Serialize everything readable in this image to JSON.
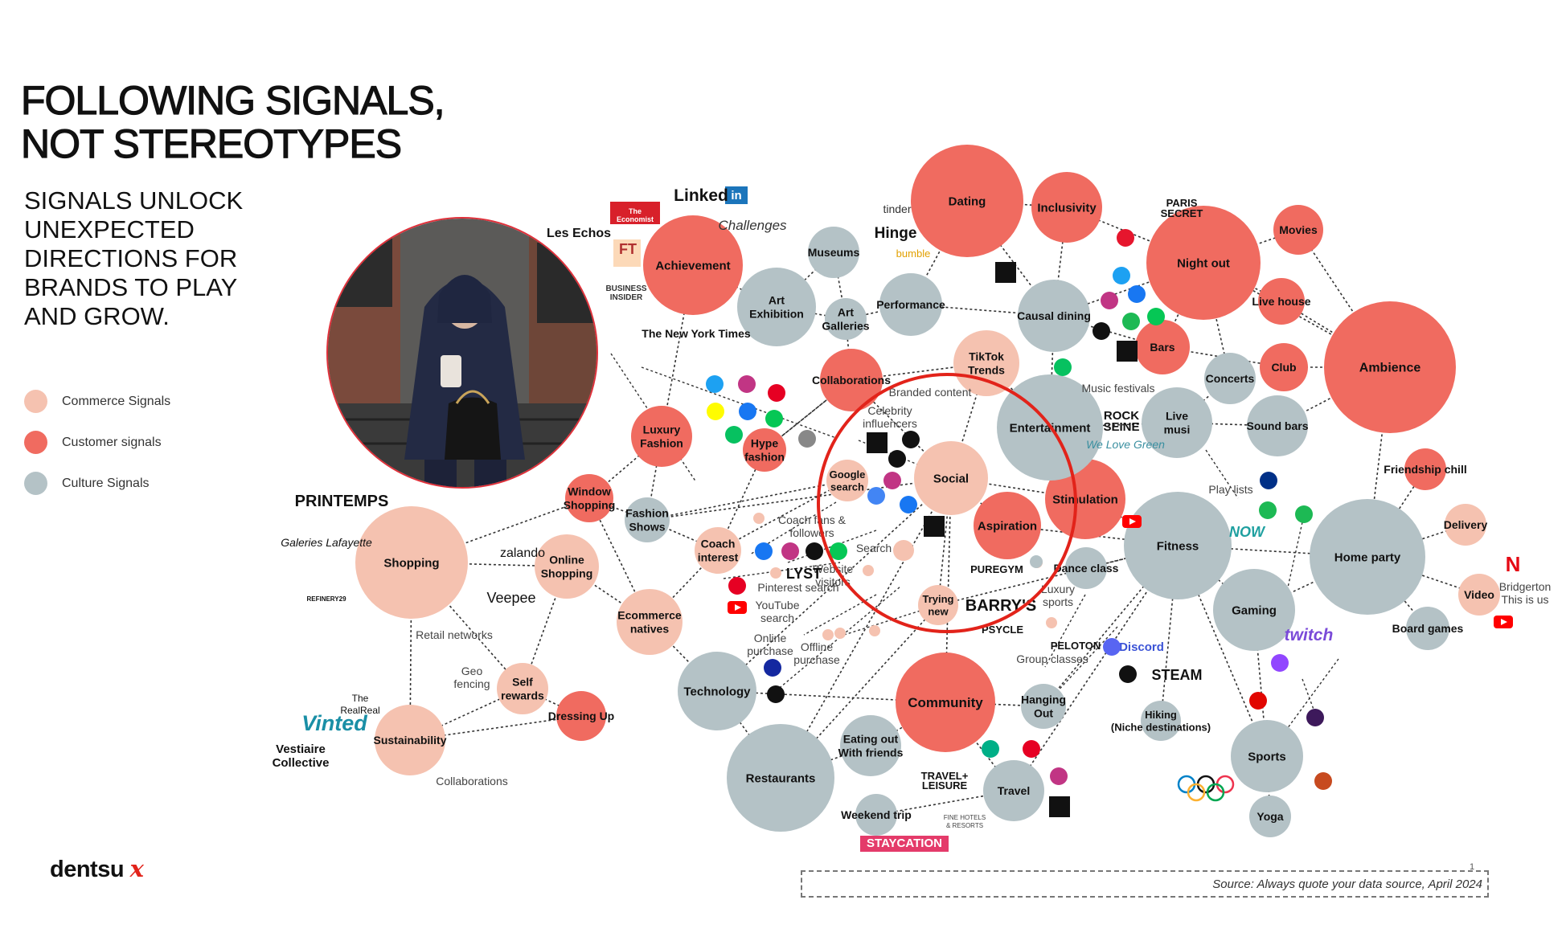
{
  "title": {
    "line1": "FOLLOWING SIGNALS,",
    "line2": "NOT STEREOTYPES"
  },
  "subtitle": {
    "lines": [
      "SIGNALS UNLOCK",
      "UNEXPECTED",
      "DIRECTIONS FOR",
      "BRANDS TO PLAY",
      "AND GROW."
    ]
  },
  "legend": [
    {
      "label": "Commerce Signals",
      "color": "#f5c2b0"
    },
    {
      "label": "Customer signals",
      "color": "#f06b60"
    },
    {
      "label": "Culture Signals",
      "color": "#b4c2c6"
    }
  ],
  "colors": {
    "commerce": "#f5c2b0",
    "customer": "#f06b60",
    "culture": "#b4c2c6",
    "highlight_ring": "#e2231a",
    "brand_x": "#e2231a"
  },
  "footer": {
    "logo_text": "dentsu",
    "logo_mark": "x",
    "source": "Source: Always quote your data source, April 2024",
    "page": "1"
  },
  "nodes": [
    {
      "id": "shopping",
      "label": "Shopping",
      "type": "commerce"
    },
    {
      "id": "online_shopping",
      "label": "Online Shopping",
      "type": "commerce"
    },
    {
      "id": "sustainability",
      "label": "Sustainability",
      "type": "commerce"
    },
    {
      "id": "self_rewards",
      "label": "Self rewards",
      "type": "commerce"
    },
    {
      "id": "dressing_up",
      "label": "Dressing Up",
      "type": "customer"
    },
    {
      "id": "window_shopping",
      "label": "Window Shopping",
      "type": "customer"
    },
    {
      "id": "fashion_shows",
      "label": "Fashion Shows",
      "type": "culture"
    },
    {
      "id": "coach_interest",
      "label": "Coach interest",
      "type": "commerce"
    },
    {
      "id": "ecommerce_natives",
      "label": "Ecommerce natives",
      "type": "commerce"
    },
    {
      "id": "technology",
      "label": "Technology",
      "type": "culture"
    },
    {
      "id": "restaurants",
      "label": "Restaurants",
      "type": "culture"
    },
    {
      "id": "eating_out",
      "label": "Eating out With friends",
      "type": "culture"
    },
    {
      "id": "weekend_trip",
      "label": "Weekend trip",
      "type": "culture"
    },
    {
      "id": "travel",
      "label": "Travel",
      "type": "culture"
    },
    {
      "id": "community",
      "label": "Community",
      "type": "customer"
    },
    {
      "id": "hanging_out",
      "label": "Hanging Out",
      "type": "culture"
    },
    {
      "id": "trying_new",
      "label": "Trying new",
      "type": "commerce"
    },
    {
      "id": "social",
      "label": "Social",
      "type": "commerce"
    },
    {
      "id": "aspiration",
      "label": "Aspiration",
      "type": "customer"
    },
    {
      "id": "stimulation",
      "label": "Stimulation",
      "type": "customer"
    },
    {
      "id": "entertainment",
      "label": "Entertainment",
      "type": "culture"
    },
    {
      "id": "live_music",
      "label": "Live musi",
      "type": "culture"
    },
    {
      "id": "fitness",
      "label": "Fitness",
      "type": "culture"
    },
    {
      "id": "dance_class",
      "label": "Dance class",
      "type": "culture"
    },
    {
      "id": "gaming",
      "label": "Gaming",
      "type": "culture"
    },
    {
      "id": "sports",
      "label": "Sports",
      "type": "culture"
    },
    {
      "id": "yoga",
      "label": "Yoga",
      "type": "culture"
    },
    {
      "id": "hiking",
      "label": "Hiking (Niche destinations)",
      "type": "culture"
    },
    {
      "id": "home_party",
      "label": "Home party",
      "type": "culture"
    },
    {
      "id": "board_games",
      "label": "Board games",
      "type": "culture"
    },
    {
      "id": "video",
      "label": "Video",
      "type": "commerce"
    },
    {
      "id": "delivery",
      "label": "Delivery",
      "type": "commerce"
    },
    {
      "id": "friendship_chill",
      "label": "Friendship chill",
      "type": "customer"
    },
    {
      "id": "ambience",
      "label": "Ambience",
      "type": "customer"
    },
    {
      "id": "club",
      "label": "Club",
      "type": "customer"
    },
    {
      "id": "sound_bars",
      "label": "Sound bars",
      "type": "culture"
    },
    {
      "id": "concerts",
      "label": "Concerts",
      "type": "culture"
    },
    {
      "id": "bars",
      "label": "Bars",
      "type": "customer"
    },
    {
      "id": "night_out",
      "label": "Night out",
      "type": "customer"
    },
    {
      "id": "movies",
      "label": "Movies",
      "type": "customer"
    },
    {
      "id": "live_house",
      "label": "Live house",
      "type": "customer"
    },
    {
      "id": "causal_dining",
      "label": "Causal dining",
      "type": "culture"
    },
    {
      "id": "inclusivity",
      "label": "Inclusivity",
      "type": "customer"
    },
    {
      "id": "dating",
      "label": "Dating",
      "type": "customer"
    },
    {
      "id": "performance",
      "label": "Performance",
      "type": "culture"
    },
    {
      "id": "tiktok_trends",
      "label": "TikTok Trends",
      "type": "commerce"
    },
    {
      "id": "collaborations",
      "label": "Collaborations",
      "type": "customer"
    },
    {
      "id": "museums",
      "label": "Museums",
      "type": "culture"
    },
    {
      "id": "art_galleries",
      "label": "Art Galleries",
      "type": "culture"
    },
    {
      "id": "art_exhibition",
      "label": "Art Exhibition",
      "type": "culture"
    },
    {
      "id": "achievement",
      "label": "Achievement",
      "type": "customer"
    },
    {
      "id": "luxury_fashion",
      "label": "Luxury Fashion",
      "type": "customer"
    },
    {
      "id": "hype_fashion",
      "label": "Hype fashion",
      "type": "customer"
    },
    {
      "id": "google_search",
      "label": "Google search",
      "type": "commerce"
    }
  ],
  "small_labels": [
    "Retail networks",
    "Geo fencing",
    "Collaborations",
    "Coach fans & followers",
    "Search",
    "Website visitors",
    "Pinterest search",
    "YouTube search",
    "Online purchase",
    "Offline purchase",
    "Branded content",
    "Celebrity influencers",
    "Music festivals",
    "Luxury sports",
    "Group classes",
    "Play lists",
    "Bridgerton This is us"
  ],
  "brands": [
    "PRINTEMPS",
    "Galeries Lafayette",
    "REFINERY29",
    "zalando",
    "Veepee",
    "The RealReal",
    "Vinted",
    "Vestiaire Collective",
    "Linked",
    "in",
    "The Economist",
    "Les Echos",
    "FT",
    "BUSINESS INSIDER",
    "The New York Times",
    "Challenges",
    "tinder",
    "Hinge",
    "bumble",
    "PARIS SECRET",
    "LYST",
    "PUREGYM",
    "BARRY'S",
    "PSYCLE",
    "PELOTON",
    "Discord",
    "STEAM",
    "twitch",
    "NOW",
    "TRAVEL+LEISURE",
    "FINE HOTELS & RESORTS",
    "STAYCATION",
    "ROCK EN SEINE",
    "We Love Green",
    "N"
  ]
}
